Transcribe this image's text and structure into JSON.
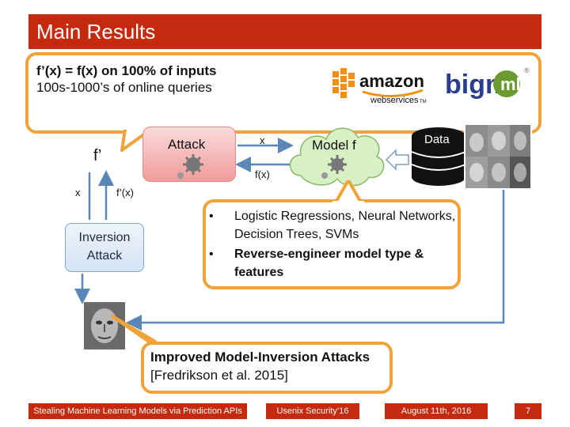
{
  "slide": {
    "title": "Main Results",
    "top_callout": {
      "line1": "f’(x) = f(x) on 100% of inputs",
      "line2": "100s-1000’s of online queries"
    },
    "logos": {
      "amazon": "amazon",
      "webservices": "webservices",
      "tm": "TM",
      "bigml": "bigml",
      "registered": "®"
    },
    "diagram": {
      "attack_label": "Attack",
      "f_prime_label": "f’",
      "model_label": "Model f",
      "data_label": "Data",
      "x_label": "x",
      "fx_label": "f(x)",
      "x_left_label": "x",
      "fpx_label": "f’(x)",
      "inversion_line1": "Inversion",
      "inversion_line2": "Attack"
    },
    "bullets": [
      {
        "bullet": "•",
        "text": "Logistic Regressions, Neural Networks, Decision Trees, SVMs",
        "bold": false
      },
      {
        "bullet": "•",
        "text": "Reverse-engineer model type & features",
        "bold": true
      }
    ],
    "bottom_callout": {
      "line1": "Improved Model-Inversion Attacks",
      "line2": "[Fredrikson et al. 2015]"
    },
    "footer": {
      "title": "Stealing Machine Learning Models via Prediction APIs",
      "venue": "Usenix Security’16",
      "date": "August 11th, 2016",
      "page": "7"
    },
    "colors": {
      "title_bar": "#c62a0e",
      "callout_border": "#f2a338",
      "arrow_blue": "#5b86b8",
      "model_green": "#d7f0c4",
      "attack_red": "#f19c9c"
    }
  }
}
